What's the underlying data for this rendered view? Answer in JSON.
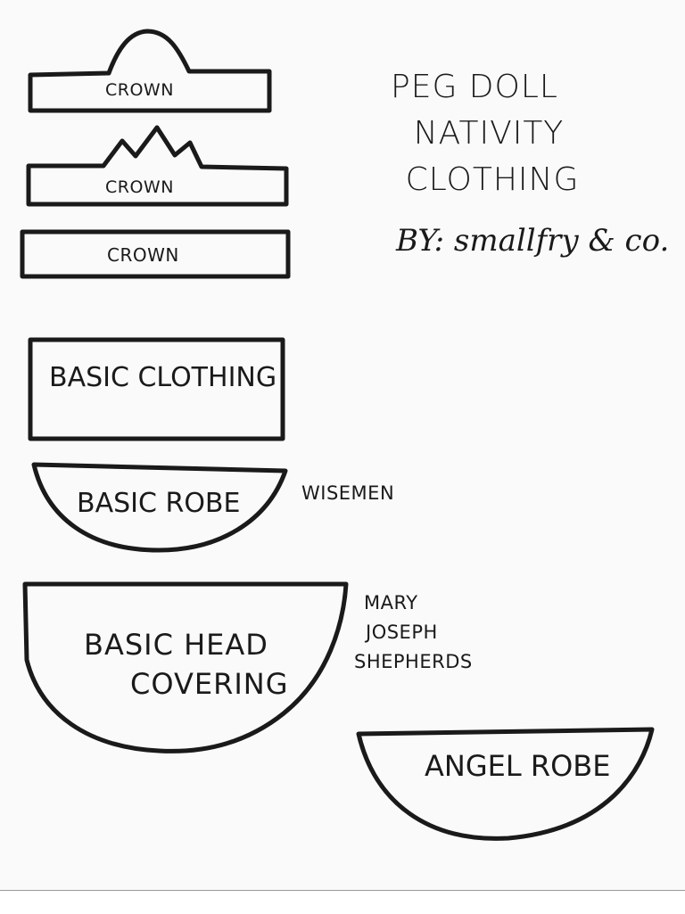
{
  "title_lines": [
    "PEG DOLL",
    "NATIVITY",
    "CLOTHING"
  ],
  "byline": "BY: smallfry & co.",
  "crowns": [
    "CROWN",
    "CROWN",
    "CROWN"
  ],
  "pieces": {
    "basic_clothing": "BASIC CLOTHING",
    "basic_robe": "BASIC ROBE",
    "head_covering_line1": "BASIC HEAD",
    "head_covering_line2": "COVERING",
    "angel_robe": "ANGEL ROBE"
  },
  "notes": {
    "robe_for": "WISEMEN",
    "head_for": [
      "MARY",
      "JOSEPH",
      "SHEPHERDS"
    ]
  },
  "ink_color": "#1a1a1a"
}
